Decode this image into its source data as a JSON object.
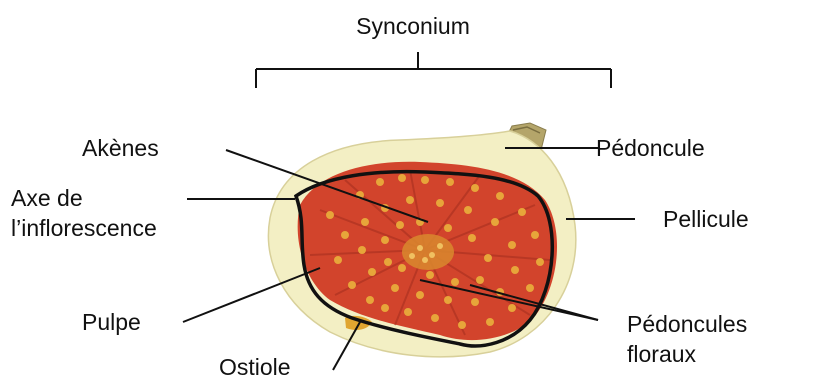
{
  "diagram": {
    "title": "Synconium",
    "labels": {
      "akenes": "Akènes",
      "axe_line1": "Axe de",
      "axe_line2": "l’inflorescence",
      "pulpe": "Pulpe",
      "ostiole": "Ostiole",
      "pedoncule": "Pédoncule",
      "pellicule": "Pellicule",
      "pedoncules_line1": "Pédoncules",
      "pedoncules_line2": "floraux"
    },
    "colors": {
      "skin": "#f3efc4",
      "pulp": "#d2442c",
      "pulp_dark": "#a8301f",
      "seed": "#e7a53a",
      "center": "#d9882e",
      "stem": "#b4a56a",
      "outline": "#111111"
    }
  }
}
